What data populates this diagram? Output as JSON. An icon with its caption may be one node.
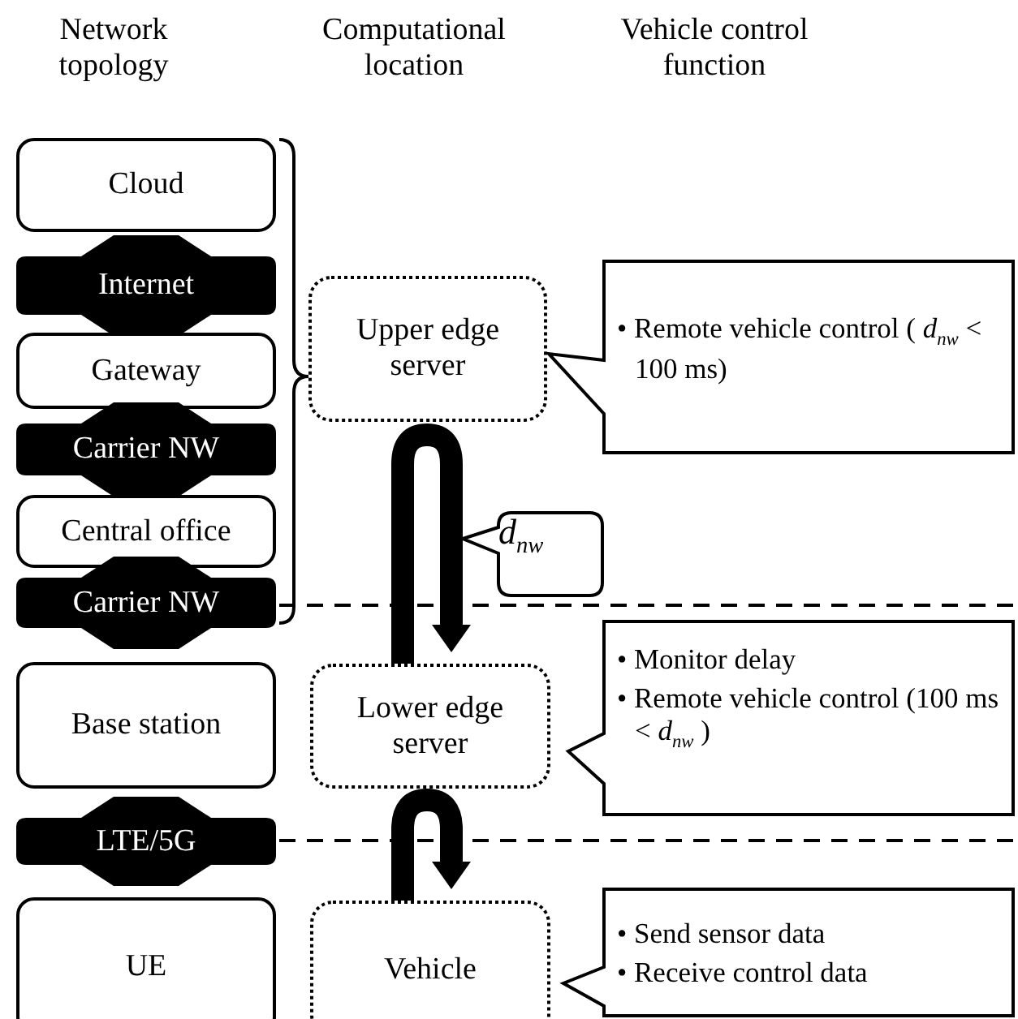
{
  "diagram": {
    "nodes": [
      {
        "text": [
          "Cloud"
        ]
      },
      {
        "text": [
          "Internet"
        ]
      },
      {
        "text": [
          "Gateway"
        ]
      },
      {
        "text": [
          "Carrier NW"
        ]
      },
      {
        "text": [
          "Central office"
        ]
      },
      {
        "text": [
          "Carrier NW"
        ]
      },
      {
        "text": [
          "Base station"
        ]
      },
      {
        "text": [
          "LTE/5G"
        ]
      },
      {
        "text": [
          "UE"
        ]
      },
      {
        "text": [
          "Upper edge server"
        ]
      },
      {
        "text": [
          "Lower edge server"
        ]
      },
      {
        "text": [
          "Vehicle"
        ]
      },
      {
        "text": [
          "• Remote vehicle control ( *d*$_{nw}$ < 100 ms)"
        ]
      },
      {
        "text": [
          "• Monitor delay",
          "• Remote vehicle control (100 ms < *d*$_{nw}$ )"
        ]
      },
      {
        "text": [
          "• Send sensor data",
          "• Receive control data"
        ]
      },
      {
        "text": [
          "*d*$_{nw}$"
        ]
      }
    ],
    "edges": [
      {
        "from": 10,
        "to": 10,
        "arrow": "to"
      },
      {
        "from": 11,
        "to": 11,
        "arrow": "to"
      }
    ],
    "labels": [
      "Network topology",
      "Computational location",
      "Vehicle control function"
    ]
  }
}
